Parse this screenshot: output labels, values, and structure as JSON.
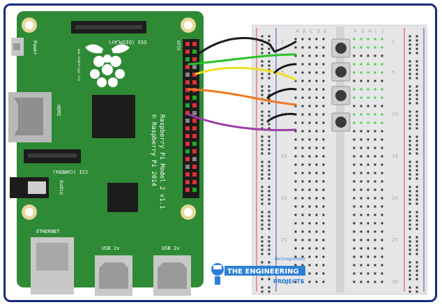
{
  "colors": {
    "border": "#1a2a80",
    "pcb": "#2f8a36",
    "breadboard": "#e6e6e6",
    "wire_black": "#1a1a1a",
    "wire_green": "#29c229",
    "wire_yellow": "#f0e020",
    "wire_orange": "#f07820",
    "wire_purple": "#9b3fa8",
    "rail_red": "#d44",
    "rail_blue": "#3550c0"
  },
  "board": {
    "dsi_label": "DSI (DISPLAY)",
    "power_label": "Power",
    "gpio_label": "GPIO",
    "hdmi_label": "HDMI",
    "csi_label": "CSI (CAMERA)",
    "audio_label": "Audio",
    "ethernet_label": "ETHERNET",
    "usb1_label": "USB 2x",
    "usb2_label": "USB 2x",
    "model_label": "Raspberry Pi Model 2 v1.1",
    "copyright_label": "© Raspberry Pi 2014",
    "tiny_text": "www.raspberrypi.org"
  },
  "breadboard": {
    "col_letters_left": [
      "A",
      "B",
      "C",
      "D",
      "E"
    ],
    "col_letters_right": [
      "F",
      "G",
      "H",
      "I",
      "J"
    ],
    "row_numbers": [
      "1",
      "5",
      "10",
      "15",
      "20",
      "25",
      "30"
    ]
  },
  "logo": {
    "top_text": "technopreneur",
    "line1": "THE ENGINEERING",
    "line2": "PROJECTS"
  }
}
